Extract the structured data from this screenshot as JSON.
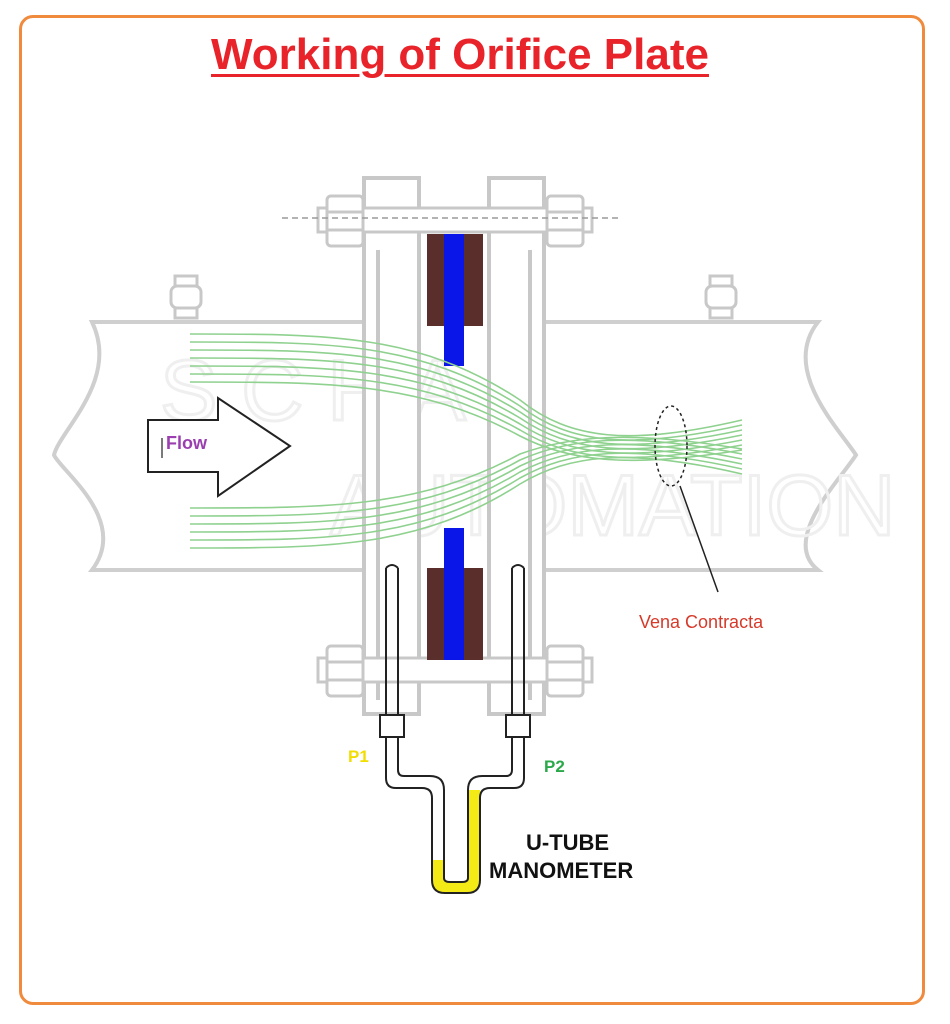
{
  "title": "Working of Orifice Plate",
  "labels": {
    "flow": "Flow",
    "vena_contracta": "Vena Contracta",
    "p1": "P1",
    "p2": "P2",
    "manometer_line1": "U-TUBE",
    "manometer_line2": "MANOMETER"
  },
  "colors": {
    "border": "#f08a3c",
    "title": "#e8232a",
    "flow_label": "#9b3fb0",
    "vena_label": "#d63a2a",
    "p1": "#f2dd00",
    "p2": "#2ba84a",
    "streamlines": "#8fd18f",
    "plate_brown": "#5a2e2b",
    "plate_blue": "#0a15e8",
    "manometer_fluid": "#f3ea16",
    "outline": "#c8c8c8"
  }
}
